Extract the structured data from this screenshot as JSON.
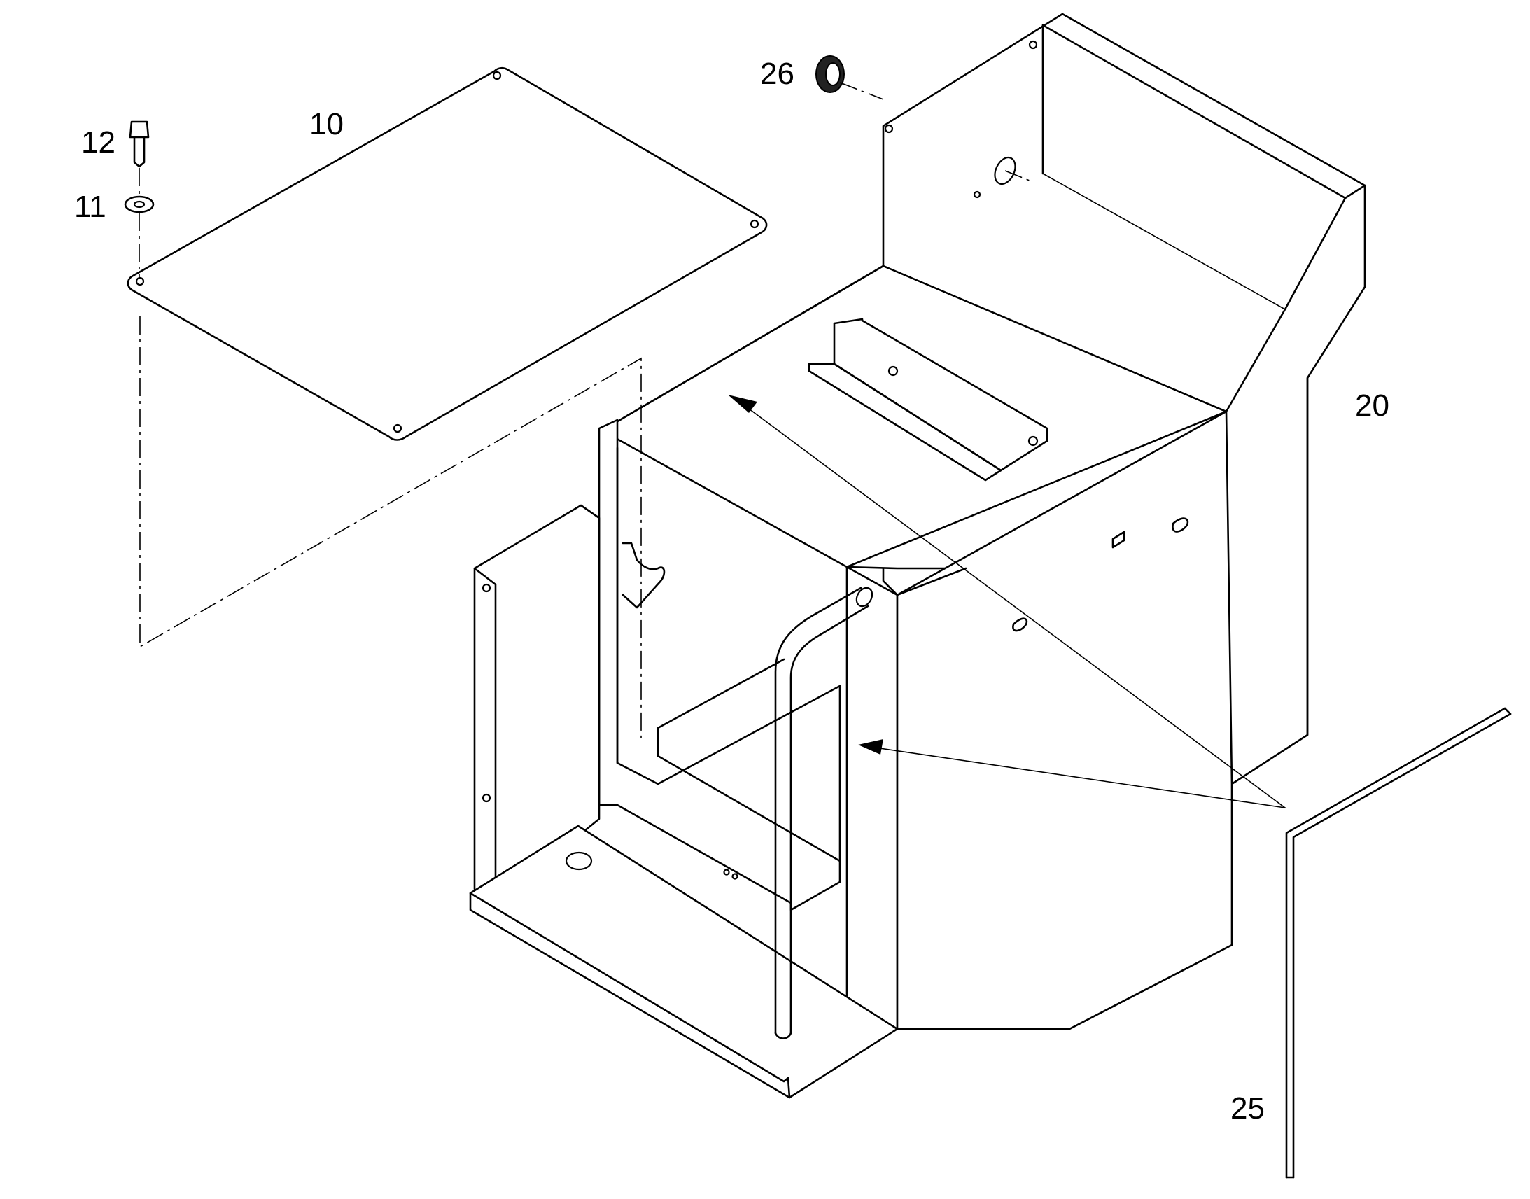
{
  "callouts": {
    "c10": "10",
    "c11": "11",
    "c12": "12",
    "c20": "20",
    "c25": "25",
    "c26": "26"
  },
  "colors": {
    "line": "#000000",
    "background": "#ffffff"
  }
}
